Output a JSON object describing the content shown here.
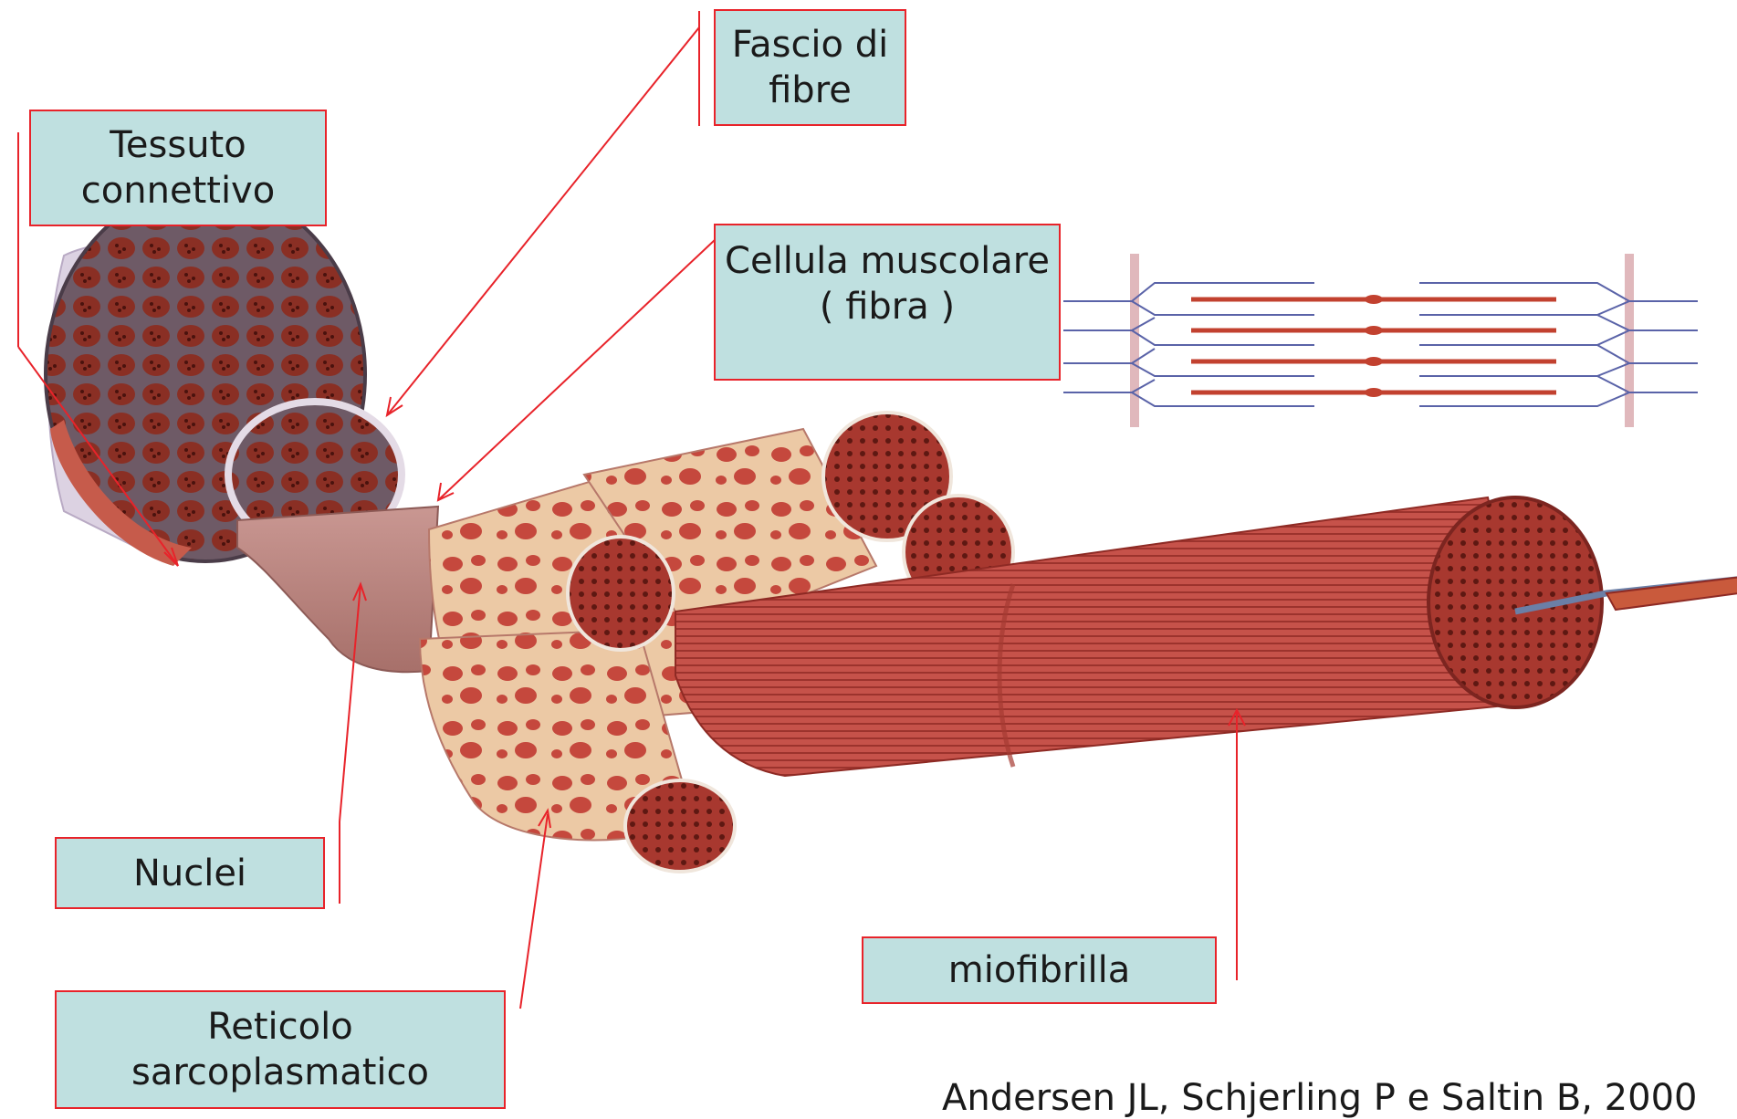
{
  "labels": {
    "tessuto": "Tessuto\nconnettivo",
    "fascio": "Fascio di\nfibre",
    "cellula": "Cellula muscolare\n( fibra )",
    "nuclei": "Nuclei",
    "reticolo": "Reticolo\nsarcoplasmatico",
    "miofibrilla": "miofibrilla"
  },
  "credit": "Andersen JL, Schjerling P e Saltin B, 2000",
  "colors": {
    "label_fill": "#bfe0e0",
    "label_border": "#e8232a",
    "pointer": "#e8232a",
    "muscle": "#c8524a",
    "muscle_dark": "#8e2a24",
    "fascia": "#e9c9a8",
    "connective": "#d9cfe0"
  }
}
